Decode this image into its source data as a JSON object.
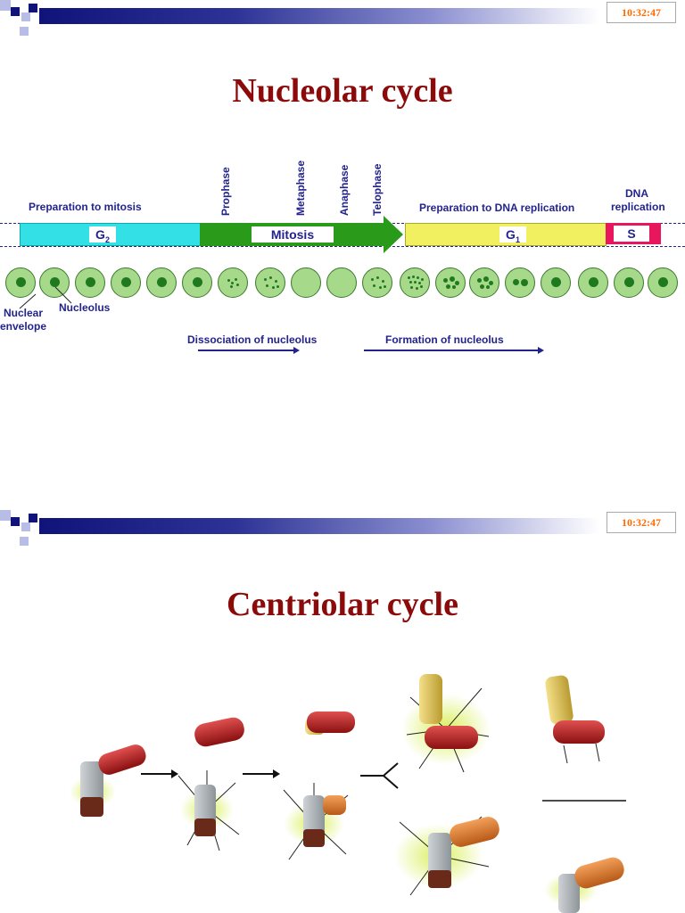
{
  "colors": {
    "accent_title": "#8b0a0a",
    "label_blue": "#23238e",
    "clock_orange": "#ff6a00",
    "g2": "#33e0e6",
    "mitosis": "#2a9a1a",
    "g1": "#f0f060",
    "s": "#e8175d"
  },
  "slides": [
    {
      "clock": "10:32:47",
      "title": "Nucleolar cycle"
    },
    {
      "clock": "10:32:47",
      "title": "Centriolar cycle"
    }
  ],
  "nucleolar": {
    "prep_mitosis": "Preparation to mitosis",
    "prep_dna": "Preparation to DNA replication",
    "dna_replication_line1": "DNA",
    "dna_replication_line2": "replication",
    "phases": {
      "prophase": "Prophase",
      "metaphase": "Metaphase",
      "anaphase": "Anaphase",
      "telophase": "Telophase"
    },
    "segments": {
      "g2": "G",
      "g2_sub": "2",
      "mitosis": "Mitosis",
      "g1": "G",
      "g1_sub": "1",
      "s": "S"
    },
    "nuclear_envelope_1": "Nuclear",
    "nuclear_envelope_2": "envelope",
    "nucleolus": "Nucleolus",
    "dissociation": "Dissociation of nucleolus",
    "formation": "Formation of nucleolus"
  }
}
